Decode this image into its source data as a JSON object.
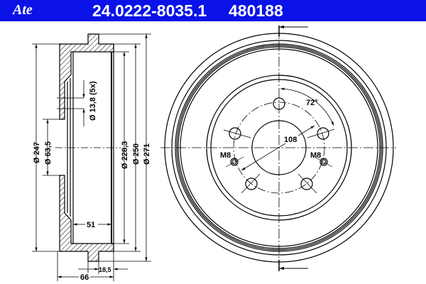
{
  "header": {
    "brand": "Ate",
    "part_number": "24.0222-8035.1",
    "code": "480188",
    "background": "#0a12e8"
  },
  "side_view": {
    "dim_outer_flange_dia": "Ø 247",
    "dim_hub_dia": "Ø 63,5",
    "dim_bolt_hole": "Ø 13,8 (5x)",
    "dim_friction_dia": "Ø 228,3",
    "dim_drum_dia": "Ø 250",
    "dim_overall_dia": "Ø 271",
    "dim_friction_width": "51",
    "dim_overall_height": "66",
    "dim_lip": "18,5"
  },
  "front_view": {
    "bolt_angle": "72°",
    "pcd": "108",
    "thread_left": "M8",
    "thread_right": "M8"
  }
}
